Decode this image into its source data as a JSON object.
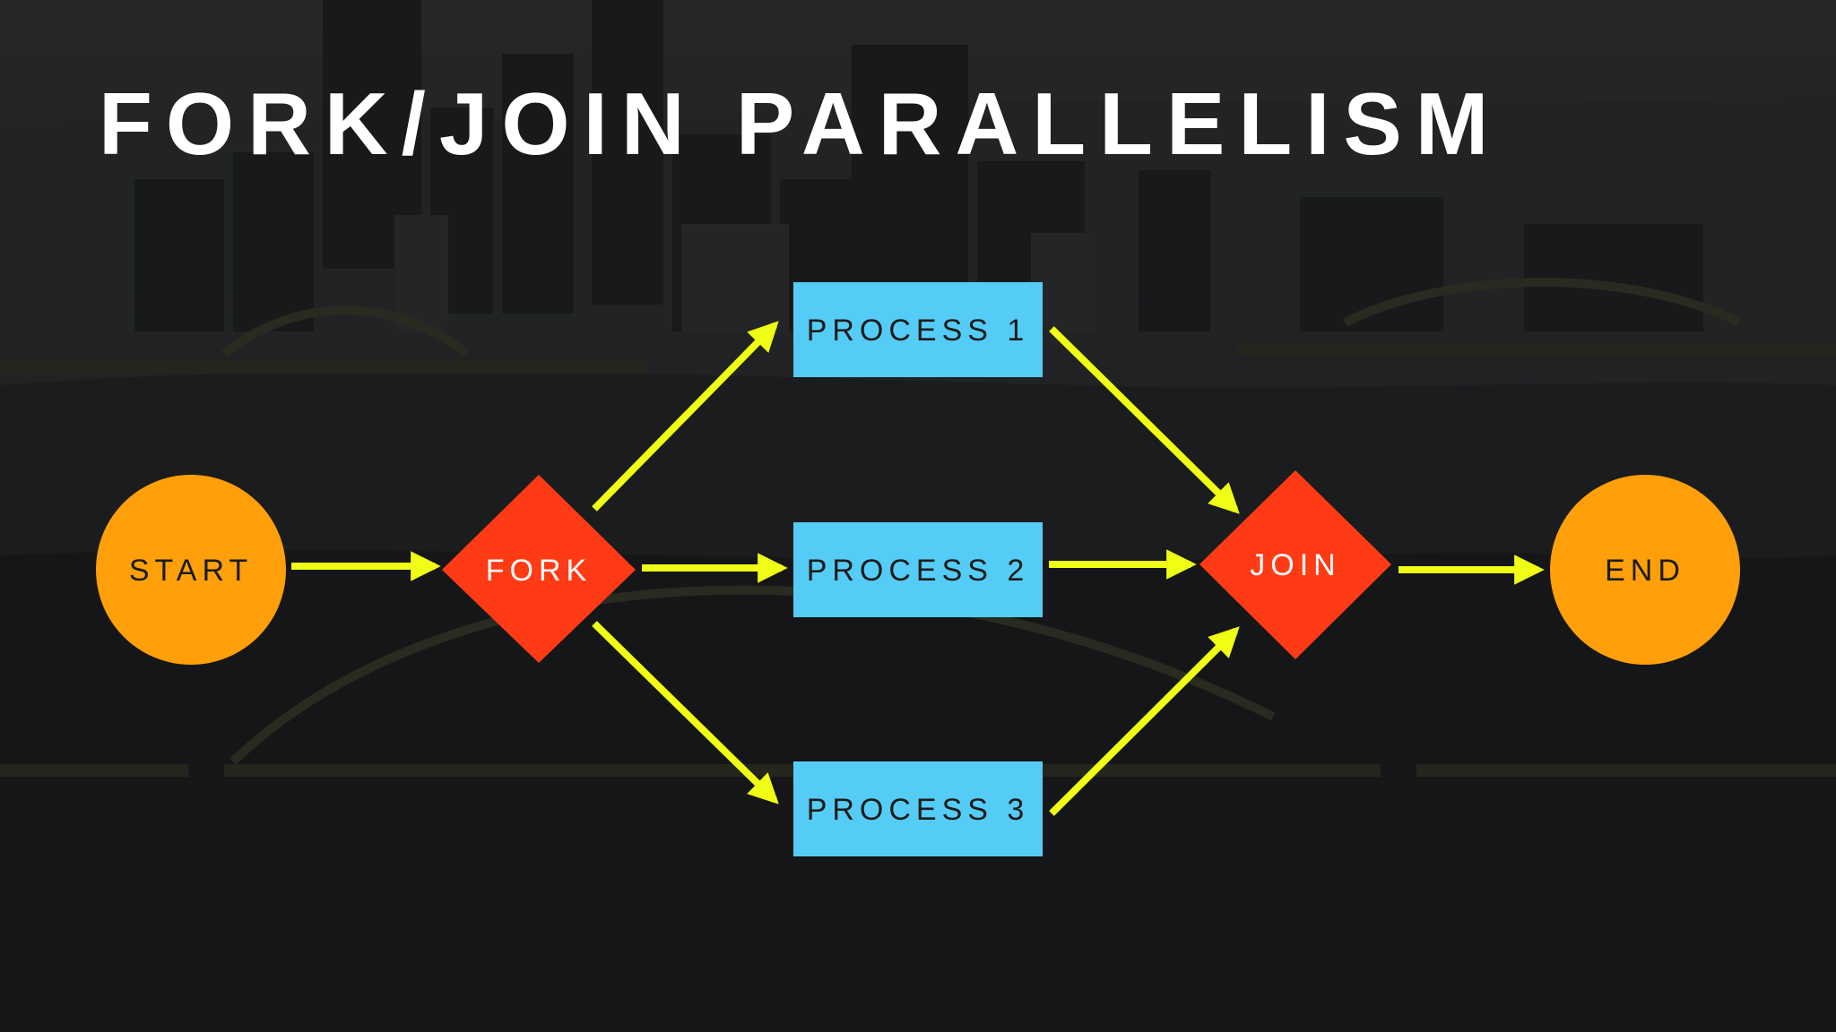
{
  "title": "FORK/JOIN PARALLELISM",
  "colors": {
    "terminal": "#ff9f0a",
    "gateway": "#ff3b16",
    "process": "#55ccf5",
    "arrow": "#f0fd14",
    "title": "#ffffff",
    "process_text": "#1b1b1b",
    "node_text_light": "#ffffff",
    "terminal_text": "#1b1b1b"
  },
  "nodes": {
    "start": {
      "label": "START",
      "shape": "circle"
    },
    "fork": {
      "label": "FORK",
      "shape": "diamond"
    },
    "process_1": {
      "label": "PROCESS 1",
      "shape": "rectangle"
    },
    "process_2": {
      "label": "PROCESS 2",
      "shape": "rectangle"
    },
    "process_3": {
      "label": "PROCESS 3",
      "shape": "rectangle"
    },
    "join": {
      "label": "JOIN",
      "shape": "diamond"
    },
    "end": {
      "label": "END",
      "shape": "circle"
    }
  },
  "edges": [
    {
      "from": "start",
      "to": "fork"
    },
    {
      "from": "fork",
      "to": "process_1"
    },
    {
      "from": "fork",
      "to": "process_2"
    },
    {
      "from": "fork",
      "to": "process_3"
    },
    {
      "from": "process_1",
      "to": "join"
    },
    {
      "from": "process_2",
      "to": "join"
    },
    {
      "from": "process_3",
      "to": "join"
    },
    {
      "from": "join",
      "to": "end"
    }
  ]
}
